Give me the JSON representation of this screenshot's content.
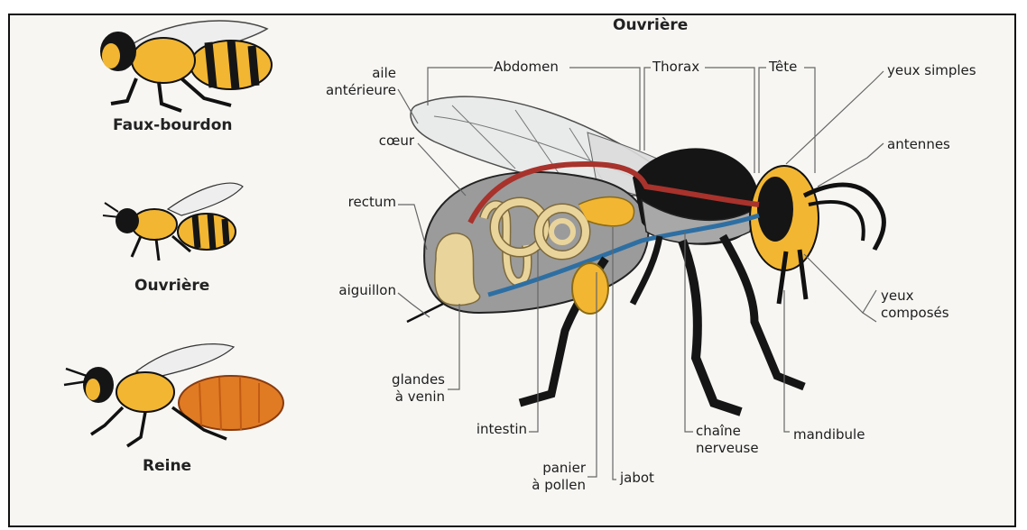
{
  "title": "Ouvrière",
  "bees": [
    {
      "name": "Faux-bourdon",
      "icon": "drone-bee-icon"
    },
    {
      "name": "Ouvrière",
      "icon": "worker-bee-icon"
    },
    {
      "name": "Reine",
      "icon": "queen-bee-icon"
    }
  ],
  "sections": {
    "abdomen": "Abdomen",
    "thorax": "Thorax",
    "tete": "Tête"
  },
  "labels": {
    "aile_anterieure": "aile\nantérieure",
    "coeur": "cœur",
    "rectum": "rectum",
    "aiguillon": "aiguillon",
    "glandes_venin": "glandes\nà venin",
    "intestin": "intestin",
    "panier_pollen": "panier\nà pollen",
    "jabot": "jabot",
    "chaine_nerveuse": "chaîne\nnerveuse",
    "mandibule": "mandibule",
    "yeux_simples": "yeux simples",
    "antennes": "antennes",
    "yeux_composes": "yeux\ncomposés"
  },
  "colors": {
    "yellow": "#f2b632",
    "black": "#151515",
    "orange": "#e07b24",
    "heart_red": "#a8322c",
    "nerve_blue": "#2e6fa3",
    "gut_tan": "#e9d49b",
    "body_gray": "#9b9b9b"
  }
}
